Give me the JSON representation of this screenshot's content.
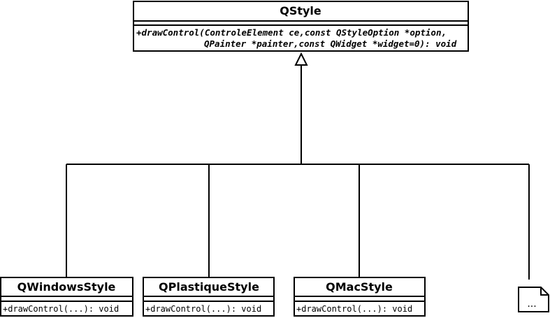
{
  "base_class": {
    "name": "QStyle",
    "operation_line1": "+drawControl(ControleElement ce,const QStyleOption *option,",
    "operation_line2": "QPainter *painter,const QWidget *widget=0): void"
  },
  "subclasses": [
    {
      "name": "QWindowsStyle",
      "operation": "+drawControl(...): void"
    },
    {
      "name": "QPlastiqueStyle",
      "operation": "+drawControl(...): void"
    },
    {
      "name": "QMacStyle",
      "operation": "+drawControl(...): void"
    }
  ],
  "note": {
    "text": "..."
  }
}
